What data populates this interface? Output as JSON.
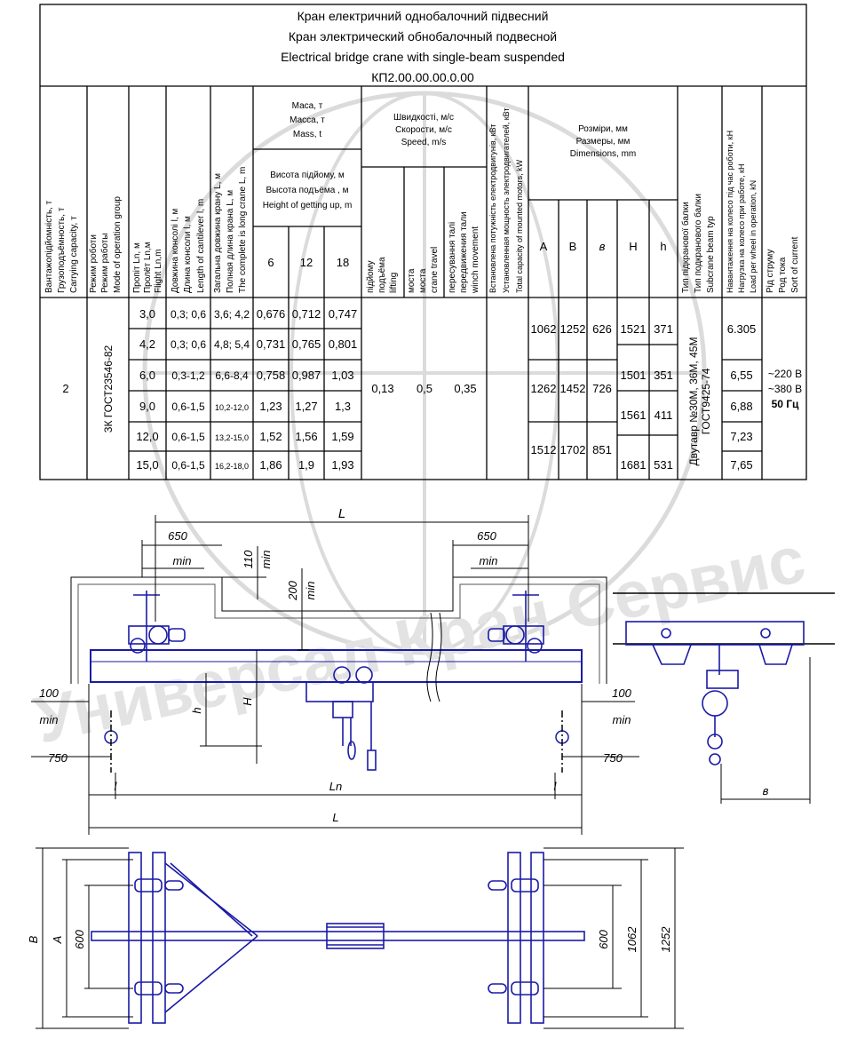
{
  "title": {
    "line1": "Кран електричний однобалочний підвесний",
    "line2": "Кран электрический обнобалочный подвесной",
    "line3": "Electrical bridge crane with single-beam suspended",
    "code": "КП2.00.00.00.0.00"
  },
  "headers": {
    "capacity": [
      "Вантажопідйомність, т",
      "Грузоподъёмность, т",
      "Carrying capacity, т"
    ],
    "mode": [
      "Режим роботи",
      "Режим работы",
      "Mode of operation group"
    ],
    "span": [
      "Пропіт Ln, м",
      "Пролёт Ln,м",
      "Flight Ln,m"
    ],
    "cantilever": [
      "Довжина консолі l, м",
      "Длина консоли l, м",
      "Length of cantilever l, m"
    ],
    "total_length": [
      "Загальна довжина крану L, м",
      "Полная длина крана L, м",
      "The complete is long crane L, m"
    ],
    "mass": [
      "Маса, т",
      "Масса, т",
      "Mass, t"
    ],
    "lift_height": [
      "Висота підйому, м",
      "Высота подъёма , м",
      "Height of getting up, m"
    ],
    "lift_heights": [
      "6",
      "12",
      "18"
    ],
    "speed": [
      "Швидкості, м/с",
      "Скорости, м/с",
      "Speed, m/s"
    ],
    "speed_lift": [
      "підйому",
      "подъёма",
      "lifting"
    ],
    "speed_crane": [
      "моста",
      "моста",
      "crane travel"
    ],
    "speed_winch": [
      "пересування талі",
      "передвижения тали",
      "winch movement"
    ],
    "power": [
      "Встановлена потужність електродвигунів, кВт",
      "Установленная мощность электродвигателей, кВт",
      "Total capacity of mounted motors, kW"
    ],
    "dims": [
      "Розміри, мм",
      "Размеры, мм",
      "Dimensions, mm"
    ],
    "dim_cols": [
      "A",
      "B",
      "в",
      "H",
      "h"
    ],
    "beam": [
      "Тип підкранової балки",
      "Тип подкранового балки",
      "Subcrane beam typ"
    ],
    "load": [
      "Навантаження на колесо під час роботи, кН",
      "Нагрузка на колесо при работе, кН",
      "Load per wheel in operation, kN"
    ],
    "current": [
      "Рід струму",
      "Род тока",
      "Sort of current"
    ]
  },
  "table": {
    "capacity": "2",
    "mode": "3К ГОСТ23546-82",
    "rows": [
      {
        "span": "3,0",
        "cant": "0,3; 0,6",
        "len": "3,6; 4,2",
        "m6": "0,676",
        "m12": "0,712",
        "m18": "0,747",
        "load": "6.305"
      },
      {
        "span": "4,2",
        "cant": "0,3; 0,6",
        "len": "4,8; 5,4",
        "m6": "0,731",
        "m12": "0,765",
        "m18": "0,801",
        "load": ""
      },
      {
        "span": "6,0",
        "cant": "0,3-1,2",
        "len": "6,6-8,4",
        "m6": "0,758",
        "m12": "0,987",
        "m18": "1,03",
        "load": "6,55"
      },
      {
        "span": "9,0",
        "cant": "0,6-1,5",
        "len": "10,2-12,0",
        "m6": "1,23",
        "m12": "1,27",
        "m18": "1,3",
        "load": "6,88"
      },
      {
        "span": "12,0",
        "cant": "0,6-1,5",
        "len": "13,2-15,0",
        "m6": "1,52",
        "m12": "1,56",
        "m18": "1,59",
        "load": "7,23"
      },
      {
        "span": "15,0",
        "cant": "0,6-1,5",
        "len": "16,2-18,0",
        "m6": "1,86",
        "m12": "1,9",
        "m18": "1,93",
        "load": "7,65"
      }
    ],
    "speed_lift": "0,13",
    "speed_crane": "0,5",
    "speed_winch": "0,35",
    "dim_groups": [
      {
        "A": "1062",
        "B": "1252",
        "b": "626"
      },
      {
        "A": "1262",
        "B": "1452",
        "b": "726"
      },
      {
        "A": "1512",
        "B": "1702",
        "b": "851"
      }
    ],
    "h_groups": [
      {
        "H": "1521",
        "h": "371"
      },
      {
        "H": "1501",
        "h": "351"
      },
      {
        "H": "1561",
        "h": "411"
      },
      {
        "H": "1681",
        "h": "531"
      }
    ],
    "beam_type": [
      "Двутавр №30М, 36М, 45М",
      "ГОСТ9425-74"
    ],
    "current": [
      "~220 В",
      "~380 В",
      "50 Гц"
    ]
  },
  "drawing": {
    "L": "L",
    "d650": "650",
    "min": "min",
    "d110": "110",
    "d200": "200",
    "d100": "100",
    "d750": "750",
    "l": "l",
    "Ln": "Ln",
    "H": "H",
    "h": "h",
    "b": "в",
    "B": "B",
    "A": "A",
    "d600": "600",
    "d1062": "1062",
    "d1252": "1252"
  },
  "watermark": "Универсал Кран Сервис",
  "colors": {
    "blueprint": "#1a1aa6",
    "line": "#000000",
    "watermark": "#c8c8c8"
  }
}
